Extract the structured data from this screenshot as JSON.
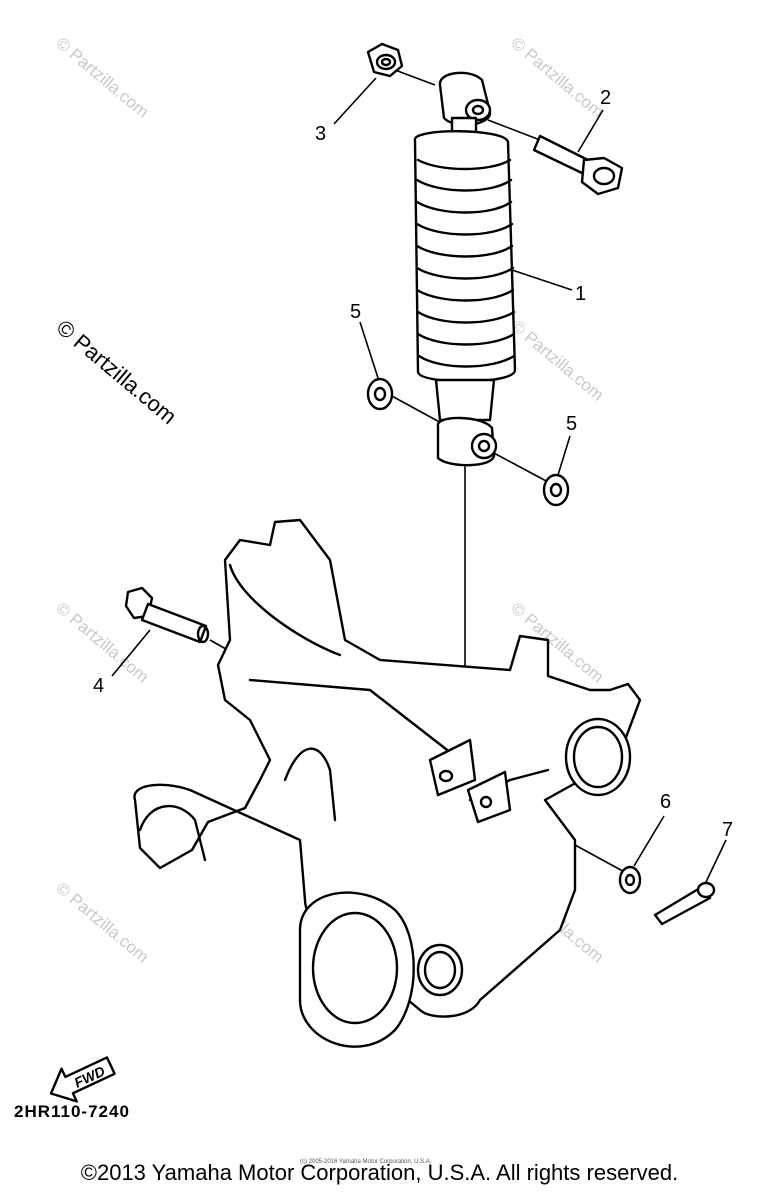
{
  "diagram": {
    "callouts": [
      {
        "id": "1",
        "label": "1"
      },
      {
        "id": "2",
        "label": "2"
      },
      {
        "id": "3",
        "label": "3"
      },
      {
        "id": "4",
        "label": "4"
      },
      {
        "id": "5a",
        "label": "5"
      },
      {
        "id": "5b",
        "label": "5"
      },
      {
        "id": "6",
        "label": "6"
      },
      {
        "id": "7",
        "label": "7"
      }
    ],
    "fwd_label": "FWD",
    "part_code": "2HR110-7240",
    "watermark_text": "© Partzilla.com",
    "copyright": "©2013 Yamaha Motor Corporation, U.S.A. All rights reserved.",
    "copyright_small": "(c) 2005-2016 Yamaha Motor Corporation, U.S.A."
  }
}
